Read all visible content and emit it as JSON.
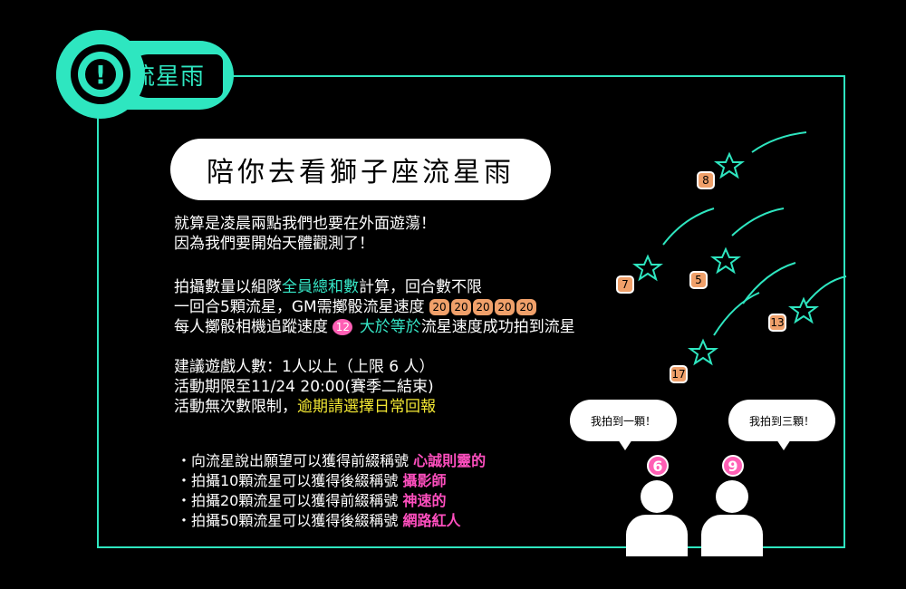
{
  "header": {
    "label": "流星雨",
    "icon": "alert-icon"
  },
  "title": "陪你去看獅子座流星雨",
  "intro": [
    "就算是凌晨兩點我們也要在外面遊蕩！",
    "因為我們要開始天體觀測了！"
  ],
  "rules": {
    "line1_a": "拍攝數量以組隊",
    "line1_highlight": "全員總和數",
    "line1_b": "計算，回合數不限",
    "line2_a": "一回合5顆流星，GM需擲骰流星速度",
    "line2_chips": [
      "20",
      "20",
      "20",
      "20",
      "20"
    ],
    "line3_a": "每人擲骰相機追蹤速度",
    "line3_chip": "12",
    "line3_highlight": "大於等於",
    "line3_b": "流星速度成功拍到流星"
  },
  "info": {
    "players": "建議遊戲人數：1人以上（上限 6 人）",
    "period": "活動期限至11/24 20:00(賽季二結束)",
    "limit_a": "活動無次數限制，",
    "limit_highlight": "逾期請選擇日常回報"
  },
  "rewards": [
    {
      "text": "・向流星說出願望可以獲得前綴稱號 ",
      "title": "心誠則靈的"
    },
    {
      "text": "・拍攝10顆流星可以獲得後綴稱號 ",
      "title": "攝影師"
    },
    {
      "text": "・拍攝20顆流星可以獲得前綴稱號 ",
      "title": "神速的"
    },
    {
      "text": "・拍攝50顆流星可以獲得後綴稱號 ",
      "title": "網路紅人"
    }
  ],
  "stars": [
    "8",
    "7",
    "5",
    "13",
    "17"
  ],
  "people": [
    {
      "bubble": "我拍到一顆！",
      "count": "6"
    },
    {
      "bubble": "我拍到三顆！",
      "count": "9"
    }
  ],
  "colors": {
    "accent": "#2ee6c0",
    "highlight": "#f2e733",
    "title_pink": "#ff4fbf",
    "chip": "#f0a06a"
  }
}
